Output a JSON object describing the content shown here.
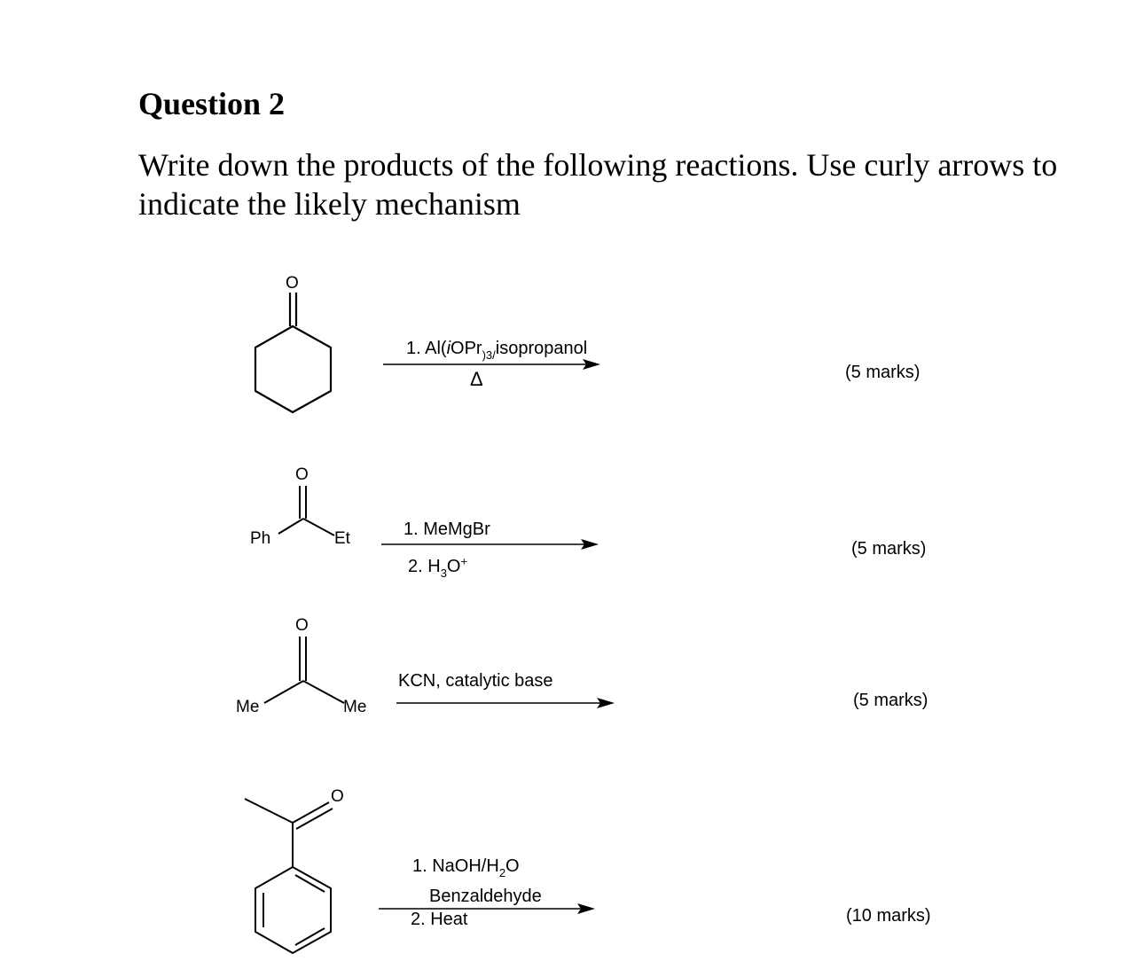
{
  "question": {
    "title": "Question 2",
    "instructions": "Write down the products of the following reactions. Use curly arrows to indicate the likely mechanism"
  },
  "reactions": [
    {
      "substrate_atoms": {
        "oxygen": "O"
      },
      "reagents": {
        "line1_pre": "1. Al(",
        "line1_italic": "i",
        "line1_mid": "OPr",
        "line1_sub": ")3/",
        "line1_post": "isopropanol",
        "symbol": "Δ"
      },
      "marks": "(5 marks)"
    },
    {
      "substrate_atoms": {
        "oxygen": "O",
        "left": "Ph",
        "right": "Et"
      },
      "reagents": {
        "line1": "1. MeMgBr",
        "line2_pre": "2. H",
        "line2_sub": "3",
        "line2_mid": "O",
        "line2_sup": "+"
      },
      "marks": "(5 marks)"
    },
    {
      "substrate_atoms": {
        "oxygen": "O",
        "left": "Me",
        "right": "Me"
      },
      "reagents": {
        "line1": "KCN, catalytic base"
      },
      "marks": "(5 marks)"
    },
    {
      "substrate_atoms": {
        "oxygen": "O"
      },
      "reagents": {
        "line1_pre": "1. NaOH/H",
        "line1_sub": "2",
        "line1_post": "O",
        "line2": "Benzaldehyde",
        "line3": "2. Heat"
      },
      "marks": "(10 marks)"
    }
  ]
}
